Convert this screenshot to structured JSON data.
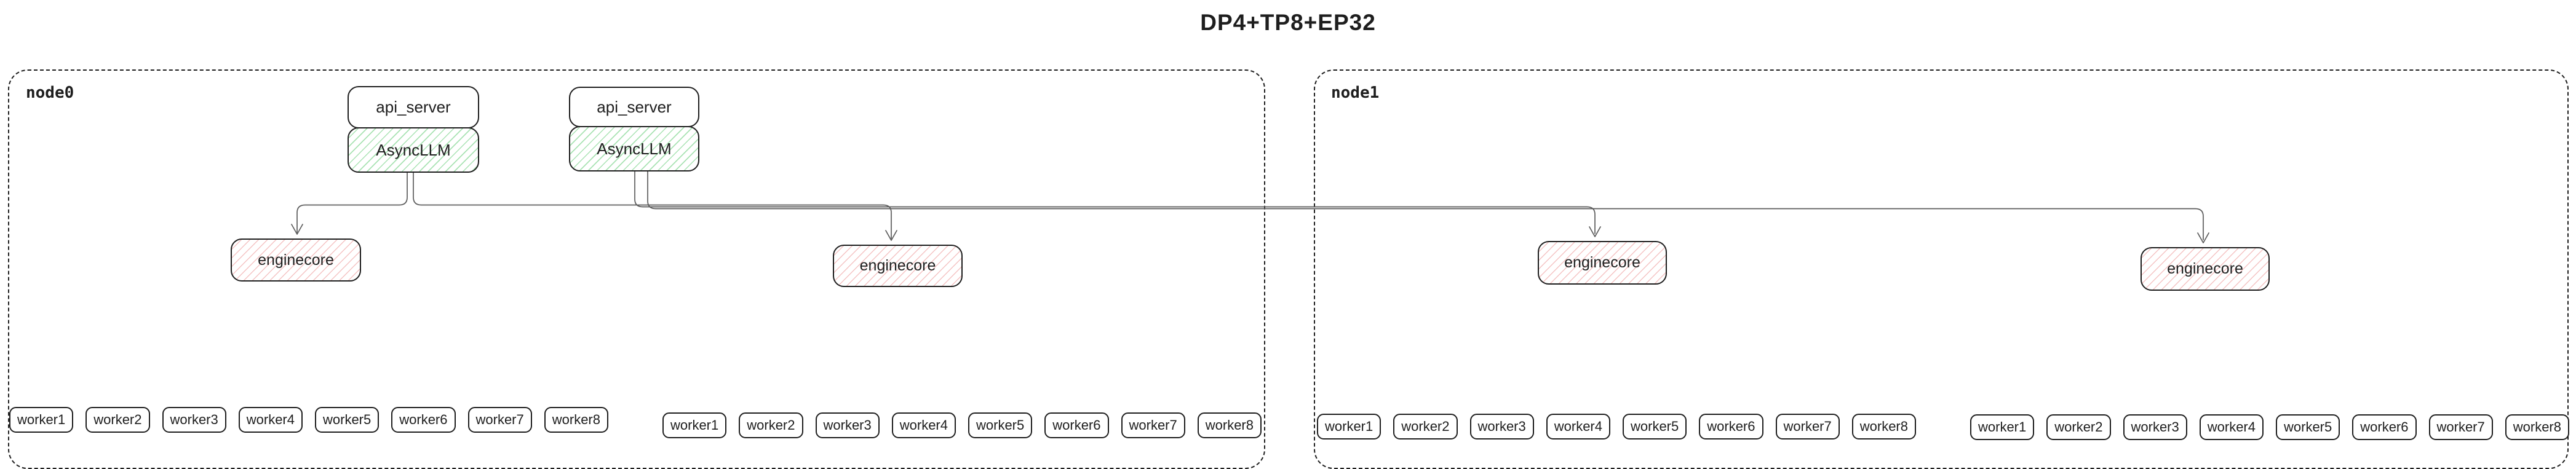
{
  "title": "DP4+TP8+EP32",
  "colors": {
    "border": "#1e1e1e",
    "connector": "#5c5c5c",
    "green_hatch": "#40c057",
    "red_hatch": "#e04949",
    "background": "#ffffff"
  },
  "nodes": [
    {
      "label": "node0",
      "api_stacks": [
        {
          "server": "api_server",
          "llm": "AsyncLLM"
        },
        {
          "server": "api_server",
          "llm": "AsyncLLM"
        }
      ],
      "enginecores": [
        "enginecore",
        "enginecore"
      ],
      "worker_groups": [
        [
          "worker1",
          "worker2",
          "worker3",
          "worker4",
          "worker5",
          "worker6",
          "worker7",
          "worker8"
        ],
        [
          "worker1",
          "worker2",
          "worker3",
          "worker4",
          "worker5",
          "worker6",
          "worker7",
          "worker8"
        ]
      ]
    },
    {
      "label": "node1",
      "api_stacks": [],
      "enginecores": [
        "enginecore",
        "enginecore"
      ],
      "worker_groups": [
        [
          "worker1",
          "worker2",
          "worker3",
          "worker4",
          "worker5",
          "worker6",
          "worker7",
          "worker8"
        ],
        [
          "worker1",
          "worker2",
          "worker3",
          "worker4",
          "worker5",
          "worker6",
          "worker7",
          "worker8"
        ]
      ]
    }
  ]
}
